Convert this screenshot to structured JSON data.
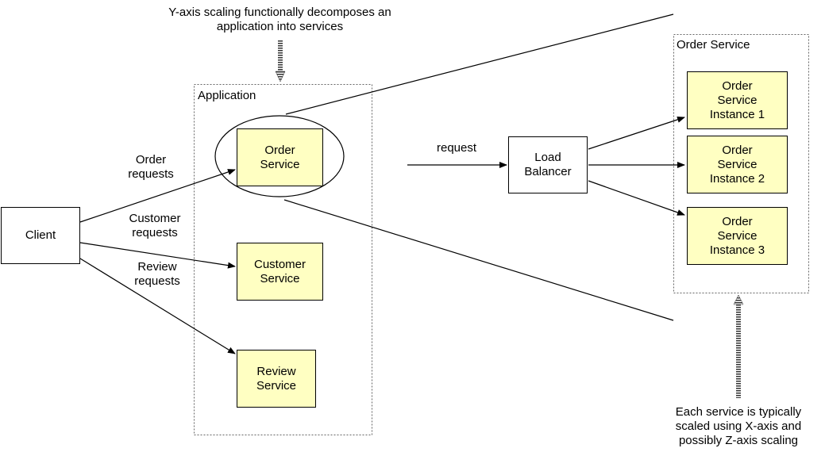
{
  "colors": {
    "service_fill": "#ffffc2",
    "line": "#000000",
    "container_border": "#666666"
  },
  "top_annotation": {
    "line1": "Y-axis scaling functionally decomposes an",
    "line2": "application into services"
  },
  "bottom_annotation": {
    "line1": "Each service is typically",
    "line2": "scaled using X-axis and",
    "line3": "possibly Z-axis scaling"
  },
  "client": {
    "label": "Client"
  },
  "edges": {
    "order": {
      "line1": "Order",
      "line2": "requests"
    },
    "customer": {
      "line1": "Customer",
      "line2": "requests"
    },
    "review": {
      "line1": "Review",
      "line2": "requests"
    },
    "request": "request"
  },
  "application": {
    "title": "Application",
    "services": [
      {
        "line1": "Order",
        "line2": "Service"
      },
      {
        "line1": "Customer",
        "line2": "Service"
      },
      {
        "line1": "Review",
        "line2": "Service"
      }
    ]
  },
  "load_balancer": {
    "line1": "Load",
    "line2": "Balancer"
  },
  "order_service_container": {
    "title": "Order Service",
    "instances": [
      {
        "line1": "Order",
        "line2": "Service",
        "line3": "Instance 1"
      },
      {
        "line1": "Order",
        "line2": "Service",
        "line3": "Instance 2"
      },
      {
        "line1": "Order",
        "line2": "Service",
        "line3": "Instance 3"
      }
    ]
  }
}
